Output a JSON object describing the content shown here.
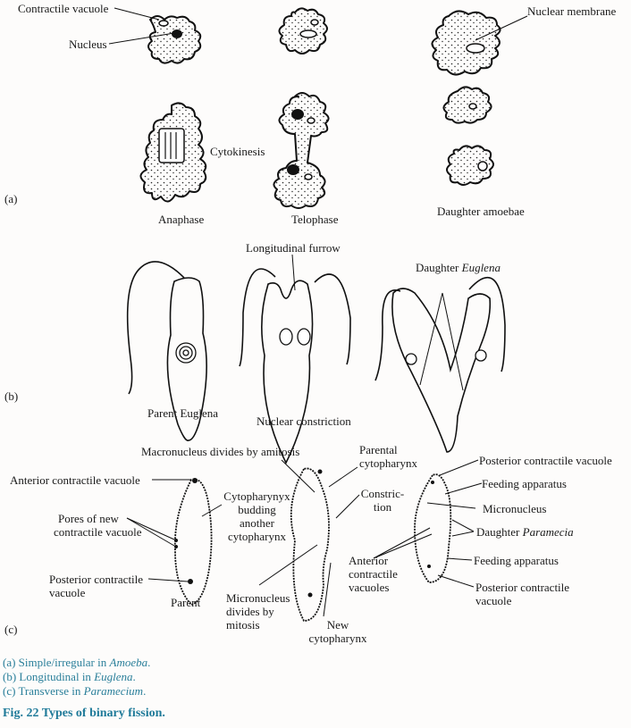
{
  "figure": {
    "title": "Fig. 22 Types of binary fission.",
    "captions": [
      {
        "prefix": "(a) Simple/irregular in ",
        "italic": "Amoeba",
        "suffix": "."
      },
      {
        "prefix": "(b) Longitudinal in ",
        "italic": "Euglena",
        "suffix": "."
      },
      {
        "prefix": "(c) Transverse in ",
        "italic": "Paramecium",
        "suffix": "."
      }
    ],
    "colors": {
      "caption": "#2a7f9a",
      "title": "#1f7a99",
      "ink": "#1a1a1a",
      "background": "#fdfcfb"
    }
  },
  "panel_a": {
    "marker": "(a)",
    "labels": {
      "contractile_vacuole": "Contractile vacuole",
      "nucleus": "Nucleus",
      "nuclear_membrane": "Nuclear membrane",
      "cytokinesis": "Cytokinesis",
      "anaphase": "Anaphase",
      "telophase": "Telophase",
      "daughter_amoebae": "Daughter amoebae"
    }
  },
  "panel_b": {
    "marker": "(b)",
    "labels": {
      "longitudinal_furrow": "Longitudinal furrow",
      "daughter_euglena_prefix": "Daughter ",
      "daughter_euglena_italic": "Euglena",
      "parent_euglena": "Parent Euglena",
      "nuclear_constriction": "Nuclear constriction"
    }
  },
  "panel_c": {
    "marker": "(c)",
    "labels": {
      "macronucleus": "Macronucleus divides by amitosis",
      "anterior_cv": "Anterior contractile vacuole",
      "cytopharynx_budding": [
        "Cytopharynyx",
        "budding",
        "another",
        "cytopharynx"
      ],
      "pores": [
        "Pores of new",
        "contractile vacuole"
      ],
      "posterior_cv_left": [
        "Posterior contractile",
        "vacuole"
      ],
      "parent": "Parent",
      "micronucleus_mitosis": [
        "Micronucleus",
        "divides by",
        "mitosis"
      ],
      "new_cytopharynx": [
        "New",
        "cytopharynx"
      ],
      "parental_cytopharynx": [
        "Parental",
        "cytopharynx"
      ],
      "constriction": [
        "Constric-",
        "tion"
      ],
      "anterior_cvs": [
        "Anterior",
        "contractile",
        "vacuoles"
      ],
      "posterior_cv_top": "Posterior contractile vacuole",
      "feeding_top": "Feeding apparatus",
      "micronucleus": "Micronucleus",
      "daughter_paramecia_prefix": "Daughter ",
      "daughter_paramecia_italic": "Paramecia",
      "feeding_bottom": "Feeding apparatus",
      "posterior_cv_bottom": [
        "Posterior contractile",
        "vacuole"
      ]
    }
  }
}
